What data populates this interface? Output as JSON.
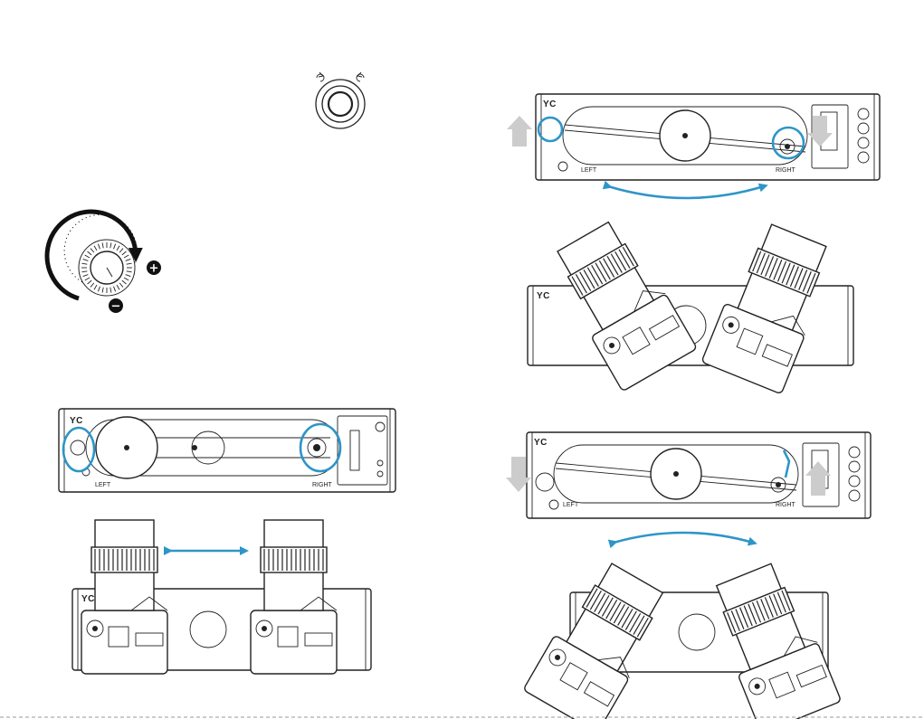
{
  "brand": "YC",
  "labels": {
    "left": "LEFT",
    "right": "RIGHT",
    "dial_plus": "+",
    "dial_minus": "−"
  },
  "colors": {
    "accent": "#2e95c8",
    "line": "#222222",
    "gray_arrow": "#cccccc"
  },
  "icons": {
    "rotate_ccw": "rotate-ccw-icon",
    "rotate_cw": "rotate-cw-icon"
  }
}
